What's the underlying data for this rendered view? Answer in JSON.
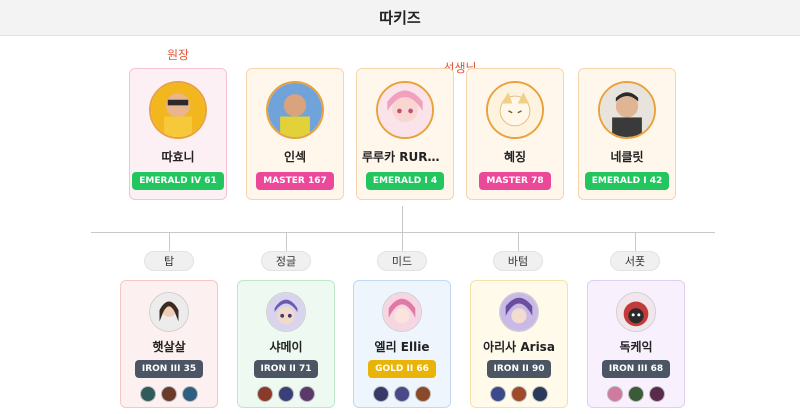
{
  "header": {
    "title": "따키즈"
  },
  "groups": {
    "leader_label": "원장",
    "teacher_label": "선생님"
  },
  "leader": {
    "name": "따효니",
    "rank": "EMERALD IV 61"
  },
  "teachers": [
    {
      "name": "인섹",
      "rank": "MASTER 167"
    },
    {
      "name": "루루카 RURUKA",
      "rank": "EMERALD I 4"
    },
    {
      "name": "혜징",
      "rank": "MASTER 78"
    },
    {
      "name": "네클릿",
      "rank": "EMERALD I 42"
    }
  ],
  "students": [
    {
      "lane": "탑",
      "name": "햇살살",
      "rank": "IRON III 35",
      "champions": [
        "champion-icon",
        "champion-icon",
        "champion-icon"
      ]
    },
    {
      "lane": "정글",
      "name": "샤메이",
      "rank": "IRON II 71",
      "champions": [
        "champion-icon",
        "champion-icon",
        "champion-icon"
      ]
    },
    {
      "lane": "미드",
      "name": "엘리 Ellie",
      "rank": "GOLD II 66",
      "champions": [
        "champion-icon",
        "champion-icon",
        "champion-icon"
      ]
    },
    {
      "lane": "바텀",
      "name": "아리사 Arisa",
      "rank": "IRON II 90",
      "champions": [
        "champion-icon",
        "champion-icon",
        "champion-icon"
      ]
    },
    {
      "lane": "서폿",
      "name": "독케익",
      "rank": "IRON III 68",
      "champions": [
        "champion-icon",
        "champion-icon",
        "champion-icon"
      ]
    }
  ],
  "colors": {
    "emerald": "#22c55e",
    "master": "#ec4899",
    "iron": "#4b5563",
    "gold": "#eab308",
    "group_label": "#e0573c"
  }
}
